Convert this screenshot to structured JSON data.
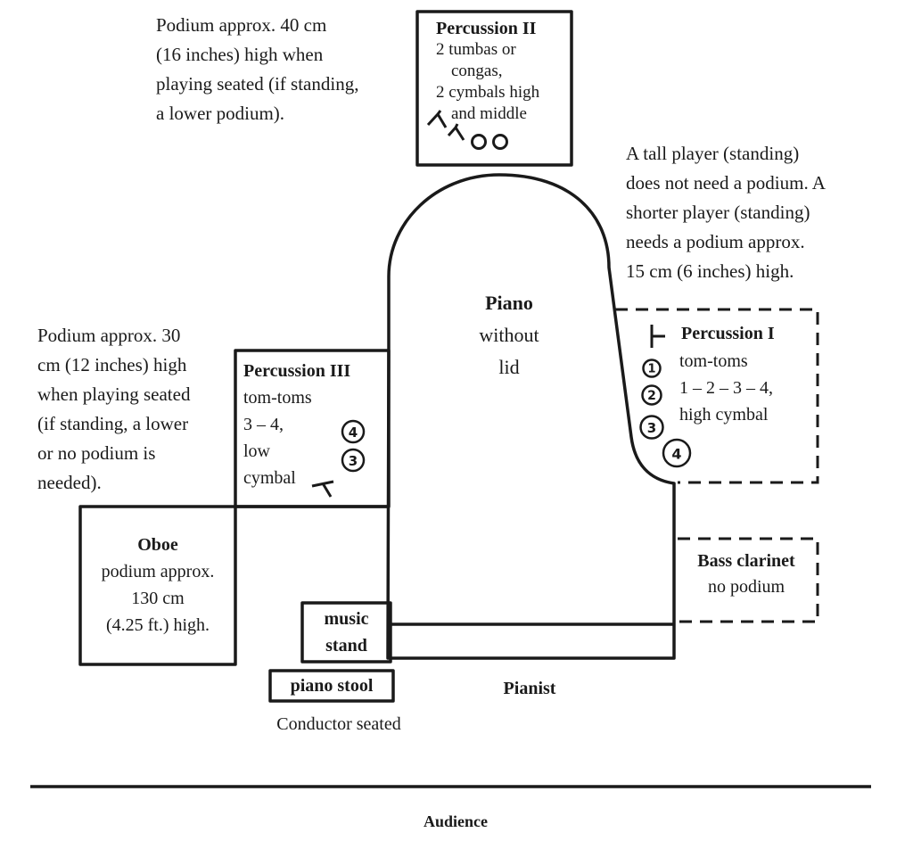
{
  "notes": {
    "top_left": [
      "Podium approx. 40 cm",
      "(16 inches) high when",
      "playing seated (if standing,",
      "a lower podium)."
    ],
    "right": [
      "A tall player (standing)",
      "does not need a podium. A",
      "shorter player (standing)",
      "needs a podium approx.",
      "15 cm (6 inches) high."
    ],
    "left": [
      "Podium approx. 30",
      "cm (12 inches) high",
      "when playing seated",
      "(if standing, a lower",
      "or no podium is",
      "needed)."
    ]
  },
  "percussion_ii": {
    "title": "Percussion II",
    "lines": [
      "2 tumbas or",
      "congas,",
      "2 cymbals high",
      "and middle"
    ]
  },
  "piano": {
    "lines": [
      "Piano",
      "without",
      "lid"
    ]
  },
  "percussion_i": {
    "title": "Percussion I",
    "lines": [
      "tom-toms",
      "1 – 2 – 3 – 4,",
      "high cymbal"
    ],
    "drum_numbers": [
      "1",
      "2",
      "3",
      "4"
    ]
  },
  "percussion_iii": {
    "title": "Percussion III",
    "lines": [
      "tom-toms",
      "3 – 4,",
      "low",
      "cymbal"
    ],
    "drum_numbers": [
      "4",
      "3"
    ]
  },
  "oboe": {
    "title": "Oboe",
    "lines": [
      "podium approx.",
      "130 cm",
      "(4.25 ft.) high."
    ]
  },
  "bass_clarinet": {
    "title": "Bass clarinet",
    "subtitle": "no podium"
  },
  "music_stand": [
    "music",
    "stand"
  ],
  "piano_stool": "piano stool",
  "pianist": "Pianist",
  "conductor": "Conductor seated",
  "audience": "Audience"
}
